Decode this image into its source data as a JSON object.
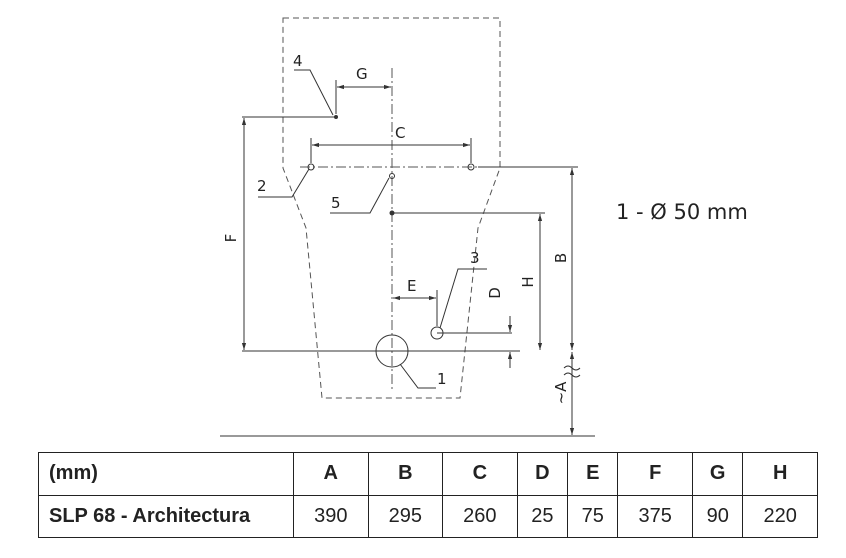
{
  "drawing": {
    "labels": {
      "G": "G",
      "C": "C",
      "E": "E",
      "D": "D",
      "H": "H",
      "B": "B",
      "F": "F",
      "A": "~A",
      "n1": "1",
      "n2": "2",
      "n3": "3",
      "n4": "4",
      "n5": "5"
    },
    "legend": "1 -  Ø 50 mm"
  },
  "table": {
    "unit_header": "(mm)",
    "columns": [
      "A",
      "B",
      "C",
      "D",
      "E",
      "F",
      "G",
      "H"
    ],
    "rows": [
      {
        "name": "SLP 68 - Architectura",
        "values": [
          "390",
          "295",
          "260",
          "25",
          "75",
          "375",
          "90",
          "220"
        ]
      }
    ]
  }
}
